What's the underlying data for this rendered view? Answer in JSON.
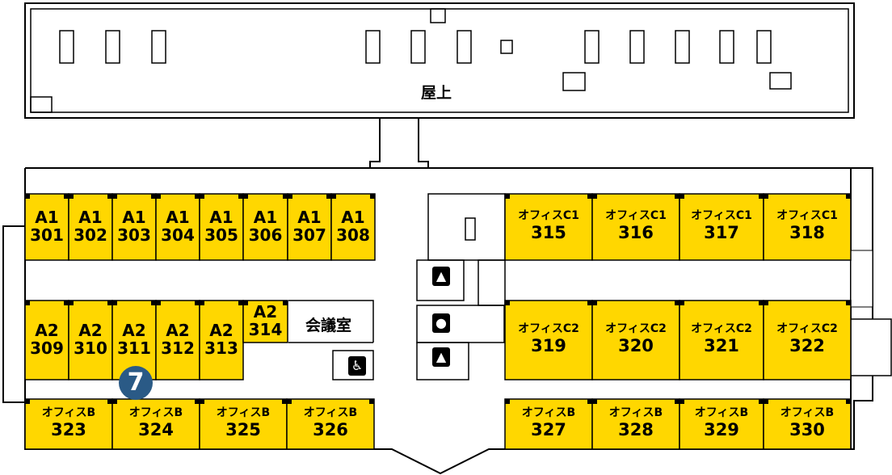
{
  "rooftop": {
    "label": "屋上"
  },
  "meeting_room": {
    "label": "会議室"
  },
  "marker": {
    "number": "7",
    "color": "#2a5a86"
  },
  "colors": {
    "room_fill": "#ffd700",
    "wall": "#000000",
    "background": "#ffffff"
  },
  "icons": {
    "elevator": "elevator-icon",
    "restroom_male": "male-restroom-icon",
    "restroom_female": "female-restroom-icon",
    "accessible": "wheelchair-accessible-icon"
  },
  "rooms": [
    {
      "group": "A1",
      "number": "301"
    },
    {
      "group": "A1",
      "number": "302"
    },
    {
      "group": "A1",
      "number": "303"
    },
    {
      "group": "A1",
      "number": "304"
    },
    {
      "group": "A1",
      "number": "305"
    },
    {
      "group": "A1",
      "number": "306"
    },
    {
      "group": "A1",
      "number": "307"
    },
    {
      "group": "A1",
      "number": "308"
    },
    {
      "group": "A2",
      "number": "309"
    },
    {
      "group": "A2",
      "number": "310"
    },
    {
      "group": "A2",
      "number": "311"
    },
    {
      "group": "A2",
      "number": "312"
    },
    {
      "group": "A2",
      "number": "313"
    },
    {
      "group": "A2",
      "number": "314"
    },
    {
      "group": "オフィスC1",
      "number": "315"
    },
    {
      "group": "オフィスC1",
      "number": "316"
    },
    {
      "group": "オフィスC1",
      "number": "317"
    },
    {
      "group": "オフィスC1",
      "number": "318"
    },
    {
      "group": "オフィスC2",
      "number": "319"
    },
    {
      "group": "オフィスC2",
      "number": "320"
    },
    {
      "group": "オフィスC2",
      "number": "321"
    },
    {
      "group": "オフィスC2",
      "number": "322"
    },
    {
      "group": "オフィスB",
      "number": "323"
    },
    {
      "group": "オフィスB",
      "number": "324"
    },
    {
      "group": "オフィスB",
      "number": "325"
    },
    {
      "group": "オフィスB",
      "number": "326"
    },
    {
      "group": "オフィスB",
      "number": "327"
    },
    {
      "group": "オフィスB",
      "number": "328"
    },
    {
      "group": "オフィスB",
      "number": "329"
    },
    {
      "group": "オフィスB",
      "number": "330"
    }
  ]
}
